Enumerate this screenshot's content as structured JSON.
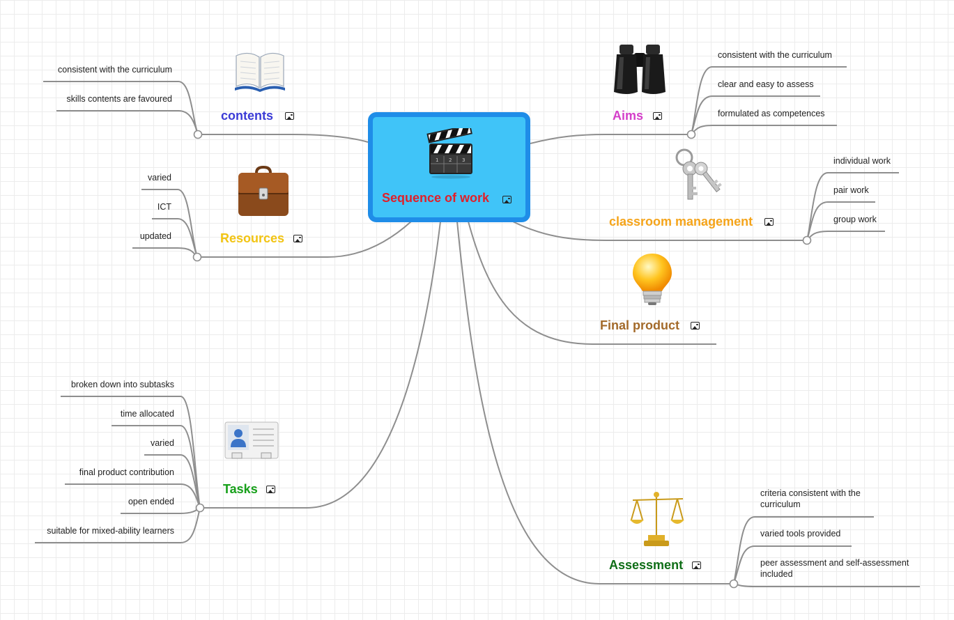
{
  "central": {
    "label": "Sequence of work",
    "icon": "clapperboard-icon",
    "colors": {
      "fill": "#40c4f8",
      "border": "#1f8de8",
      "text": "#e0202a"
    }
  },
  "branches": {
    "contents": {
      "label": "contents",
      "color": "#3b3bd6",
      "icon": "open-book-icon",
      "children": [
        "consistent with the curriculum",
        "skills contents are favoured"
      ]
    },
    "resources": {
      "label": "Resources",
      "color": "#f2c413",
      "icon": "briefcase-icon",
      "children": [
        "varied",
        "ICT",
        "updated"
      ]
    },
    "tasks": {
      "label": "Tasks",
      "color": "#17a01a",
      "icon": "address-card-icon",
      "children": [
        "broken down into subtasks",
        "time allocated",
        "varied",
        "final product contribution",
        "open ended",
        "suitable for mixed-ability learners"
      ]
    },
    "aims": {
      "label": "Aims",
      "color": "#d43ec9",
      "icon": "binoculars-icon",
      "children": [
        "consistent with the curriculum",
        "clear and easy to assess",
        "formulated as competences"
      ]
    },
    "classroom": {
      "label": "classroom management",
      "color": "#f5a41a",
      "icon": "keys-icon",
      "children": [
        "individual work",
        "pair work",
        "group work"
      ]
    },
    "final_product": {
      "label": "Final product",
      "color": "#a36a2a",
      "icon": "light-bulb-icon",
      "children": []
    },
    "assessment": {
      "label": "Assessment",
      "color": "#0f6e17",
      "icon": "scales-icon",
      "children": [
        "criteria consistent with the curriculum",
        "varied tools provided",
        "peer assessment and self-assessment included"
      ]
    }
  },
  "colors": {
    "line": "#8e8e8e",
    "leaf_text": "#222222"
  }
}
